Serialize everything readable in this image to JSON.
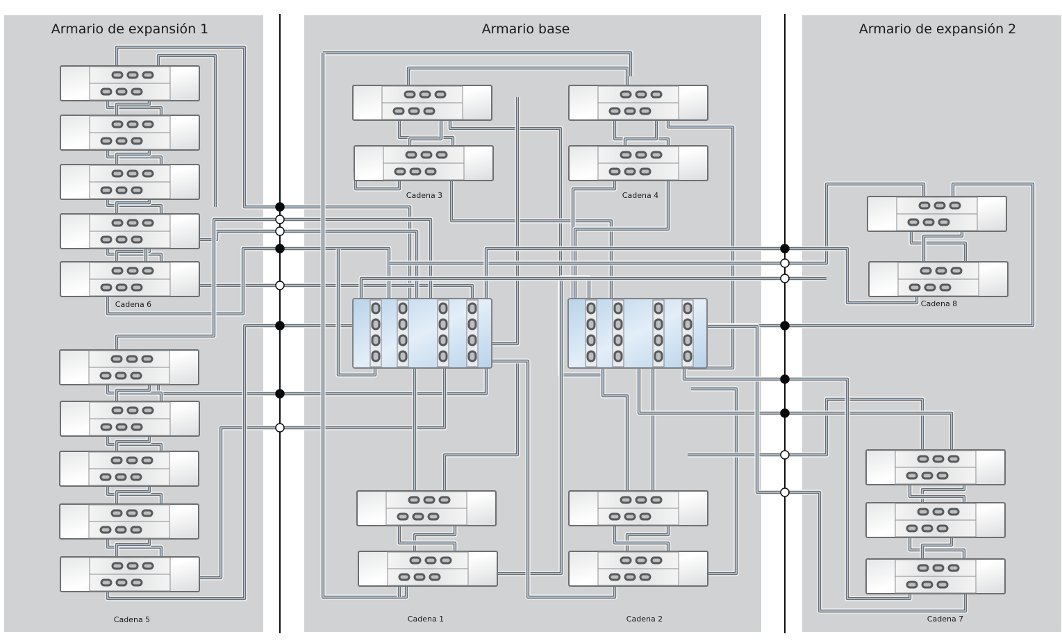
{
  "diagram": {
    "type": "storage-cabling",
    "cabinets": [
      {
        "id": "exp1",
        "title": "Armario de expansión 1"
      },
      {
        "id": "base",
        "title": "Armario base"
      },
      {
        "id": "exp2",
        "title": "Armario de expansión 2"
      }
    ],
    "chains": [
      {
        "id": "c1",
        "label": "Cadena 1",
        "cabinet": "base",
        "shelves": 2
      },
      {
        "id": "c2",
        "label": "Cadena 2",
        "cabinet": "base",
        "shelves": 2
      },
      {
        "id": "c3",
        "label": "Cadena 3",
        "cabinet": "base",
        "shelves": 2
      },
      {
        "id": "c4",
        "label": "Cadena 4",
        "cabinet": "base",
        "shelves": 2
      },
      {
        "id": "c5",
        "label": "Cadena 5",
        "cabinet": "exp1",
        "shelves": 5
      },
      {
        "id": "c6",
        "label": "Cadena 6",
        "cabinet": "exp1",
        "shelves": 5
      },
      {
        "id": "c7",
        "label": "Cadena 7",
        "cabinet": "exp2",
        "shelves": 3
      },
      {
        "id": "c8",
        "label": "Cadena 8",
        "cabinet": "exp2",
        "shelves": 2
      }
    ],
    "controllers": [
      {
        "id": "ctrl-a",
        "cabinet": "base",
        "port_columns": 4,
        "ports_per_column": 4
      },
      {
        "id": "ctrl-b",
        "cabinet": "base",
        "port_columns": 4,
        "ports_per_column": 4
      }
    ],
    "connectors": {
      "left_divider": [
        "filled",
        "open",
        "open",
        "filled",
        "open",
        "filled",
        "filled",
        "open"
      ],
      "right_divider": [
        "filled",
        "open",
        "open",
        "filled",
        "filled",
        "filled",
        "open",
        "open"
      ]
    },
    "colors": {
      "cabinet_bg": "#d1d2d4",
      "cable_core": "#b9cfe0",
      "controller_fill": "#c9ddef",
      "divider": "#111111"
    }
  }
}
